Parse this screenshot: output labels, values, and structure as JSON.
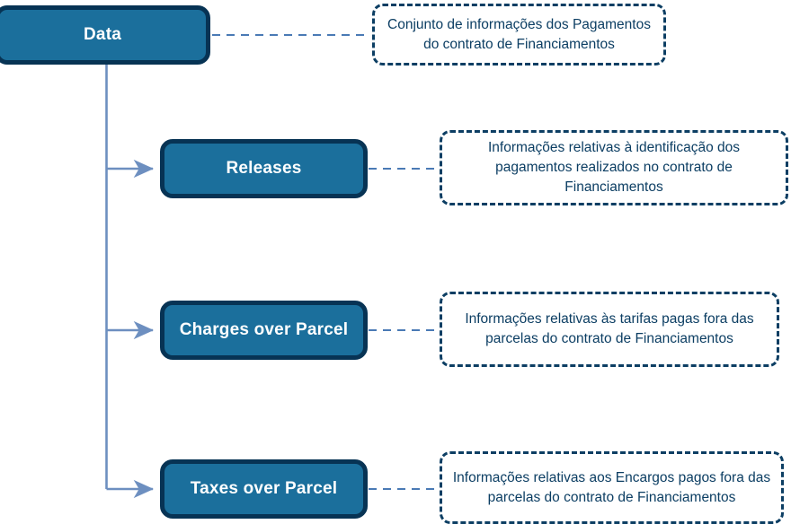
{
  "diagram": {
    "title": "Data",
    "nodes": [
      {
        "id": "root",
        "label": "Data",
        "note": "Conjunto de informações dos Pagamentos do contrato de Financiamentos"
      },
      {
        "id": "releases",
        "label": "Releases",
        "note": "Informações relativas à identificação dos pagamentos realizados no contrato de Financiamentos"
      },
      {
        "id": "charges",
        "label": "Charges over Parcel",
        "note": "Informações relativas às tarifas pagas fora das parcelas do contrato de Financiamentos"
      },
      {
        "id": "taxes",
        "label": "Taxes over Parcel",
        "note": "Informações relativas aos Encargos pagos fora das parcelas do contrato de Financiamentos"
      }
    ],
    "colors": {
      "node_fill": "#1b6f9c",
      "node_border": "#073354",
      "node_text": "#ffffff",
      "note_border": "#0c3e63",
      "note_text": "#0c3e63",
      "connector": "#6d8fc0",
      "note_connector": "#4a7ab5",
      "background": "#ffffff"
    }
  }
}
